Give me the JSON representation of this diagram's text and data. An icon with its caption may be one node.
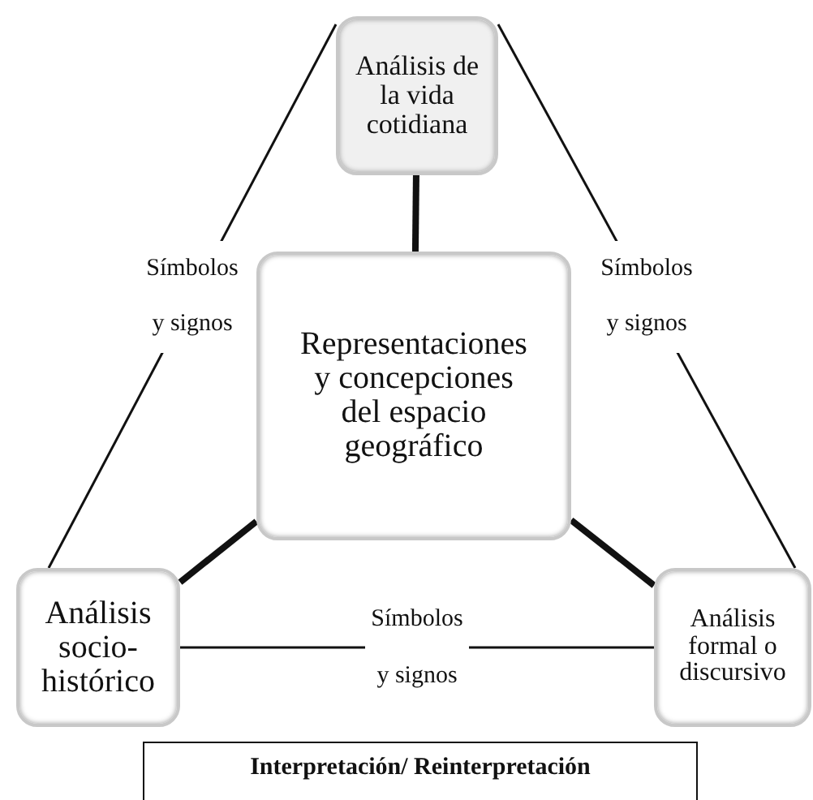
{
  "diagram": {
    "nodes": [
      {
        "text": [
          "Análisis de la vida cotidiana"
        ]
      },
      {
        "text": [
          "Representaciones y concepciones del espacio geográfico"
        ]
      },
      {
        "text": [
          "Análisis socio-histórico"
        ]
      },
      {
        "text": [
          "Análisis formal o discursivo"
        ]
      },
      {
        "text": [
          "Interpretación/ Reinterpretación"
        ]
      }
    ],
    "edges": [
      {
        "from": 1,
        "to": 0,
        "arrow": "none",
        "style": "thick"
      },
      {
        "from": 1,
        "to": 2,
        "arrow": "none",
        "style": "thick"
      },
      {
        "from": 1,
        "to": 3,
        "arrow": "none",
        "style": "thick"
      },
      {
        "from": 0,
        "to": 2,
        "arrow": "none",
        "label": "Símbolos y signos"
      },
      {
        "from": 0,
        "to": 3,
        "arrow": "none",
        "label": "Símbolos y signos"
      },
      {
        "from": 2,
        "to": 3,
        "arrow": "none",
        "label": "Símbolos y signos"
      }
    ]
  }
}
